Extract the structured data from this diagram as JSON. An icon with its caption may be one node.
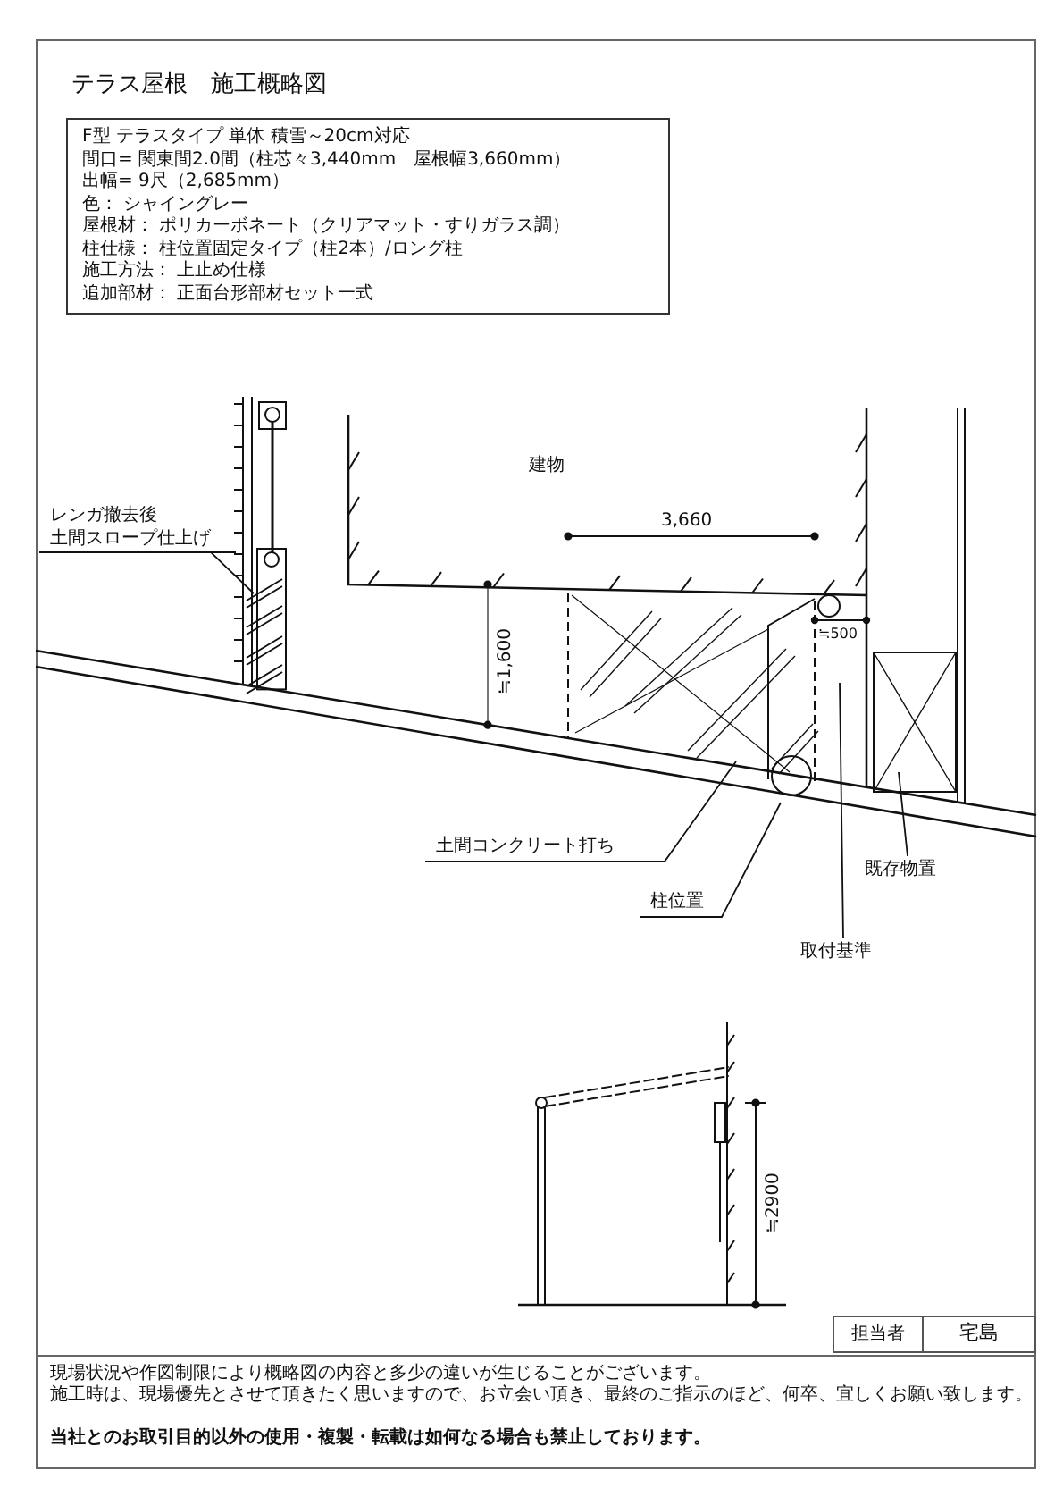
{
  "diagram": {
    "title": "テラス屋根　施工概略図",
    "nodes": [
      {
        "text": [
          "F型 テラスタイプ 単体 積雪～20cm対応",
          "間口= 関東間2.0間（柱芯々3,440mm　屋根幅3,660mm）",
          "出幅= 9尺（2,685mm）",
          "色： シャイングレー",
          "屋根材： ポリカーボネート（クリアマット・すりガラス調）",
          "柱仕様： 柱位置固定タイプ（柱2本）/ロング柱",
          "施工方法： 上止め仕様",
          "追加部材： 正面台形部材セット一式"
        ]
      },
      {
        "text": [
          "レンガ撤去後",
          "土間スロープ仕上げ"
        ]
      },
      {
        "text": [
          "土間コンクリート打ち"
        ]
      },
      {
        "text": [
          "柱位置"
        ]
      },
      {
        "text": [
          "既存物置"
        ]
      },
      {
        "text": [
          "取付基準"
        ]
      }
    ],
    "edges": [
      {
        "from": 1,
        "to": null,
        "arrow": "none"
      },
      {
        "from": 2,
        "to": null,
        "arrow": "none"
      },
      {
        "from": 3,
        "to": null,
        "arrow": "none"
      },
      {
        "from": 4,
        "to": null,
        "arrow": "none"
      },
      {
        "from": 5,
        "to": null,
        "arrow": "none"
      }
    ],
    "labels": [
      "建物",
      "3,660",
      "≒1,600",
      "≒500",
      "≒2900",
      "担当者",
      "宅島",
      "現場状況や作図制限により概略図の内容と多少の違いが生じることがございます。",
      "施工時は、現場優先とさせて頂きたく思いますので、お立会い頂き、最終のご指示のほど、何卒、宜しくお願い致します。",
      "当社とのお取引目的以外の使用・複製・転載は如何なる場合も禁止しております。"
    ]
  }
}
